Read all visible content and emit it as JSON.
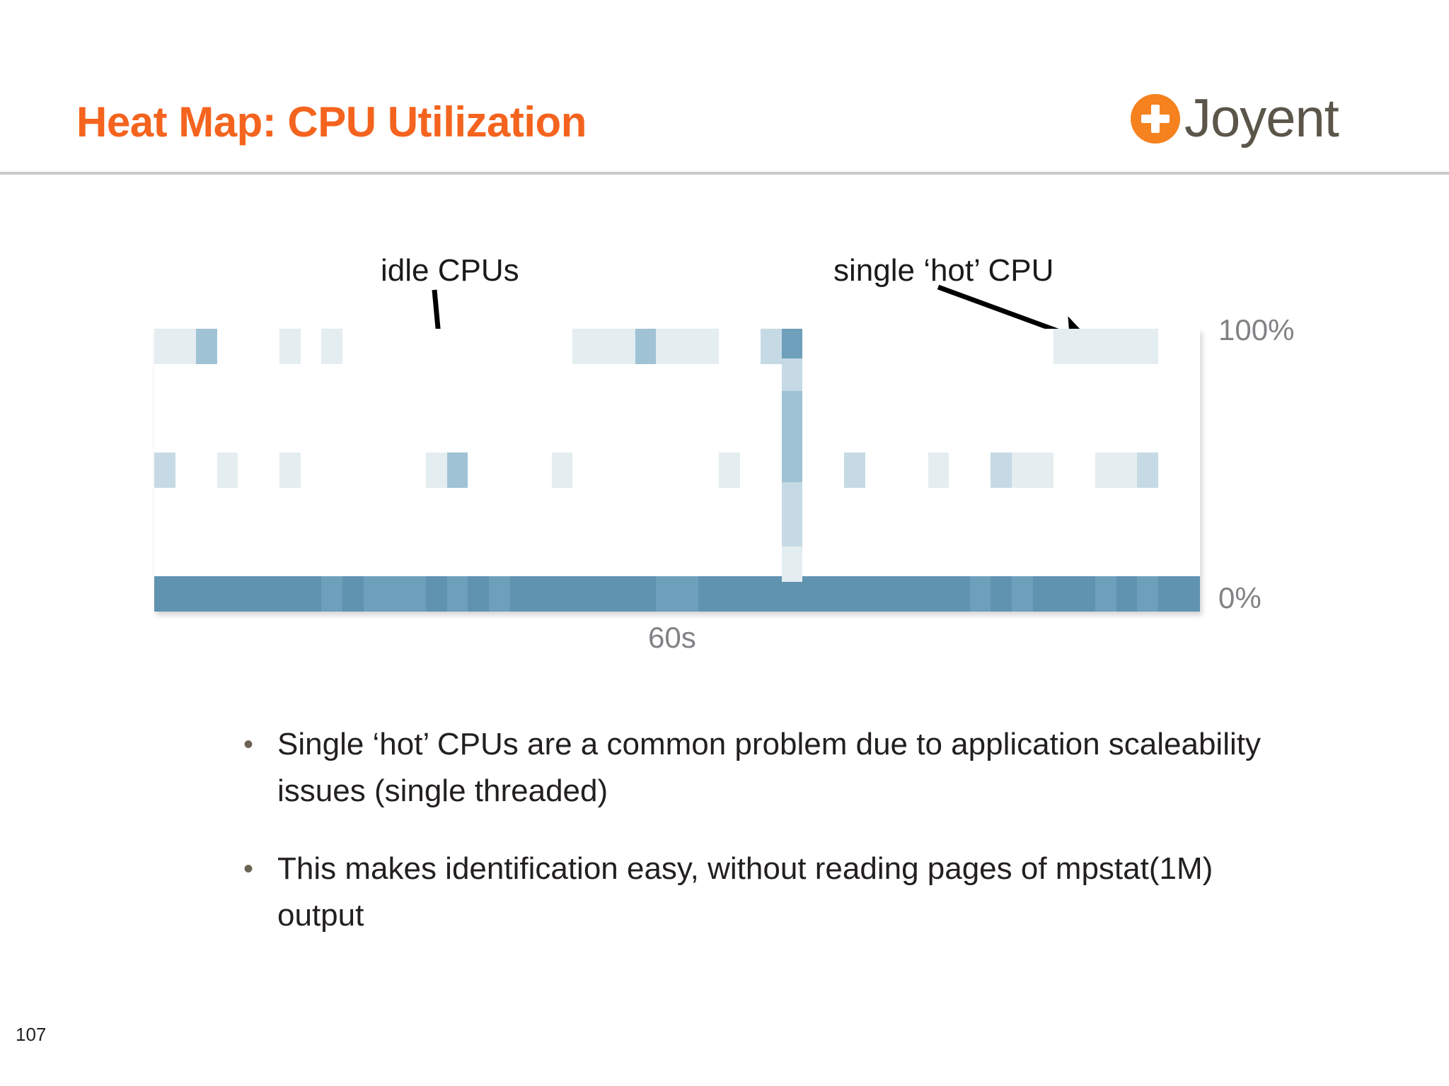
{
  "header": {
    "title": "Heat Map: CPU Utilization",
    "logo": {
      "mark": "joyent-plus-mark",
      "word": "Joyent",
      "brand_color": "#f5821f"
    }
  },
  "annotations": [
    {
      "id": "idle-cpus",
      "label": "idle CPUs"
    },
    {
      "id": "single-hot-cpu",
      "label": "single ‘hot’ CPU"
    }
  ],
  "axis": {
    "y_top": "100%",
    "y_bottom": "0%",
    "x_label": "60s"
  },
  "bullets": [
    {
      "dot": "•",
      "text": "Single ‘hot’ CPUs are a common problem due to application scaleability issues (single threaded)"
    },
    {
      "dot": "•",
      "text": "This makes identification easy, without reading pages of mpstat(1M) output"
    }
  ],
  "footer": {
    "page_number": "107"
  },
  "chart_data": {
    "type": "heatmap",
    "title": "Heat Map: CPU Utilization",
    "xlabel": "60s",
    "ylabel": "CPU Utilization",
    "ylim": [
      0,
      100
    ],
    "x_range_seconds": 60,
    "grid": false,
    "legend": "none",
    "colorscale": {
      "empty": "#ffffff",
      "low": "#e4edf0",
      "mid": "#c5dae4",
      "high": "#9fc2d5",
      "max": "#6e9fbb",
      "saturated": "#5f93b0"
    },
    "cells": [
      {
        "x": 0,
        "y": 100,
        "v": 1,
        "w": 2
      },
      {
        "x": 2,
        "y": 100,
        "v": 3,
        "w": 1
      },
      {
        "x": 6,
        "y": 100,
        "v": 1,
        "w": 1
      },
      {
        "x": 8,
        "y": 100,
        "v": 1,
        "w": 1
      },
      {
        "x": 20,
        "y": 100,
        "v": 1,
        "w": 3
      },
      {
        "x": 23,
        "y": 100,
        "v": 3,
        "w": 1
      },
      {
        "x": 24,
        "y": 100,
        "v": 1,
        "w": 3
      },
      {
        "x": 29,
        "y": 100,
        "v": 2,
        "w": 1
      },
      {
        "x": 30,
        "y": 100,
        "v": 4,
        "w": 1
      },
      {
        "x": 43,
        "y": 100,
        "v": 1,
        "w": 5
      },
      {
        "x": 0,
        "y": 50,
        "v": 2,
        "w": 1
      },
      {
        "x": 3,
        "y": 50,
        "v": 1,
        "w": 1
      },
      {
        "x": 6,
        "y": 50,
        "v": 1,
        "w": 1
      },
      {
        "x": 13,
        "y": 50,
        "v": 1,
        "w": 1
      },
      {
        "x": 14,
        "y": 50,
        "v": 3,
        "w": 1
      },
      {
        "x": 19,
        "y": 50,
        "v": 1,
        "w": 1
      },
      {
        "x": 27,
        "y": 50,
        "v": 1,
        "w": 1
      },
      {
        "x": 30,
        "y": 50,
        "v": 3,
        "w": 1
      },
      {
        "x": 33,
        "y": 50,
        "v": 2,
        "w": 1
      },
      {
        "x": 37,
        "y": 50,
        "v": 1,
        "w": 1
      },
      {
        "x": 40,
        "y": 50,
        "v": 2,
        "w": 1
      },
      {
        "x": 41,
        "y": 50,
        "v": 1,
        "w": 2
      },
      {
        "x": 45,
        "y": 50,
        "v": 1,
        "w": 2
      },
      {
        "x": 47,
        "y": 50,
        "v": 2,
        "w": 1
      },
      {
        "x": 30,
        "y": 88,
        "v": 2
      },
      {
        "x": 30,
        "y": 75,
        "v": 3
      },
      {
        "x": 30,
        "y": 62,
        "v": 3
      },
      {
        "x": 30,
        "y": 38,
        "v": 2
      },
      {
        "x": 30,
        "y": 25,
        "v": 2
      },
      {
        "x": 30,
        "y": 12,
        "v": 1
      }
    ],
    "baseline_row": {
      "y": 0,
      "description": "idle CPUs row at 0% utilization, fully populated across all 60s",
      "values": [
        5,
        5,
        5,
        5,
        5,
        5,
        5,
        5,
        4,
        5,
        4,
        4,
        4,
        5,
        4,
        5,
        4,
        5,
        5,
        5,
        5,
        5,
        5,
        5,
        4,
        4,
        5,
        5,
        5,
        5,
        5,
        5,
        5,
        5,
        5,
        5,
        5,
        5,
        5,
        4,
        5,
        4,
        5,
        5,
        5,
        4,
        5,
        4,
        5,
        5
      ]
    },
    "annotations": [
      {
        "label": "idle CPUs",
        "points_to": "baseline_row"
      },
      {
        "label": "single ‘hot’ CPU",
        "points_to": "top_row_right_segment"
      }
    ]
  }
}
